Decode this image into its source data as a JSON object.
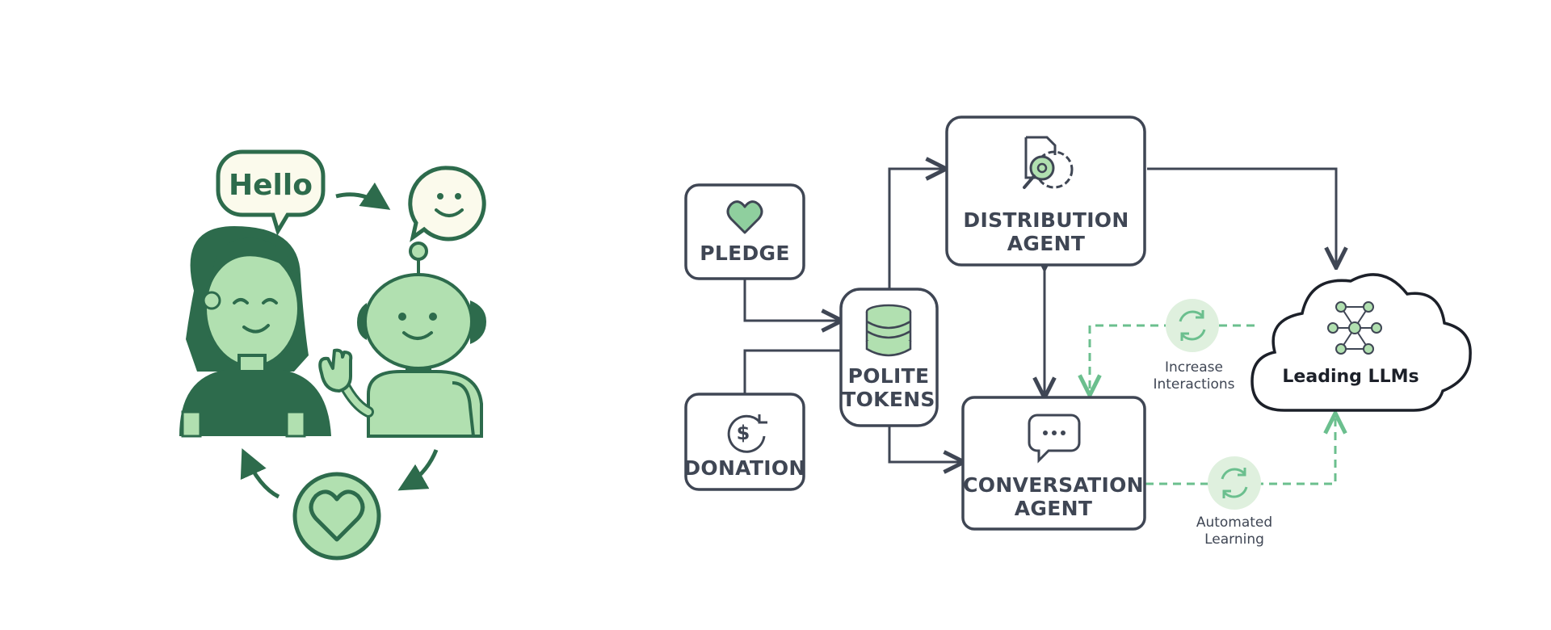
{
  "illustration": {
    "speech_bubble_text": "Hello"
  },
  "diagram": {
    "nodes": {
      "pledge": "PLEDGE",
      "donation": "DONATION",
      "polite_tokens_line1": "POLITE",
      "polite_tokens_line2": "TOKENS",
      "distribution_line1": "DISTRIBUTION",
      "distribution_line2": "AGENT",
      "conversation_line1": "CONVERSATION",
      "conversation_line2": "AGENT",
      "llms": "Leading LLMs"
    },
    "edge_labels": {
      "increase_line1": "Increase",
      "increase_line2": "Interactions",
      "automated_line1": "Automated",
      "automated_line2": "Learning"
    }
  },
  "colors": {
    "dark_green": "#2d6b4c",
    "light_green": "#b1e0b0",
    "pale_green": "#dff0de",
    "node_stroke": "#3f4654",
    "dashed_green": "#6bbf8e"
  }
}
